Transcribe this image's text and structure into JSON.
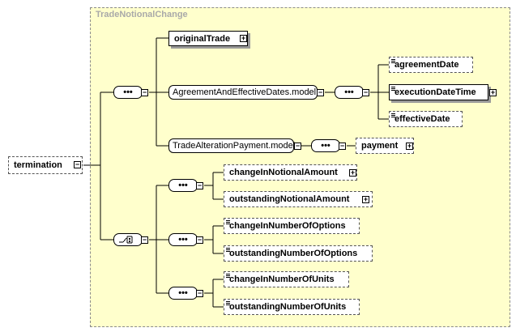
{
  "diagram": {
    "group_title": "TradeNotionalChange",
    "root": "termination",
    "elements": {
      "originalTrade": "originalTrade",
      "agreementAndEffectiveDates": "AgreementAndEffectiveDates.model",
      "agreementDate": "agreementDate",
      "executionDateTime": "executionDateTime",
      "effectiveDate": "effectiveDate",
      "tradeAlterationPayment": "TradeAlterationPayment.model",
      "payment": "payment",
      "changeInNotionalAmount": "changeInNotionalAmount",
      "outstandingNotionalAmount": "outstandingNotionalAmount",
      "changeInNumberOfOptions": "changeInNumberOfOptions",
      "outstandingNumberOfOptions": "outstandingNumberOfOptions",
      "changeInNumberOfUnits": "changeInNumberOfUnits",
      "outstandingNumberOfUnits": "outstandingNumberOfUnits"
    },
    "symbols": {
      "expand": "+",
      "collapse": "−",
      "sequence": "•••"
    }
  }
}
